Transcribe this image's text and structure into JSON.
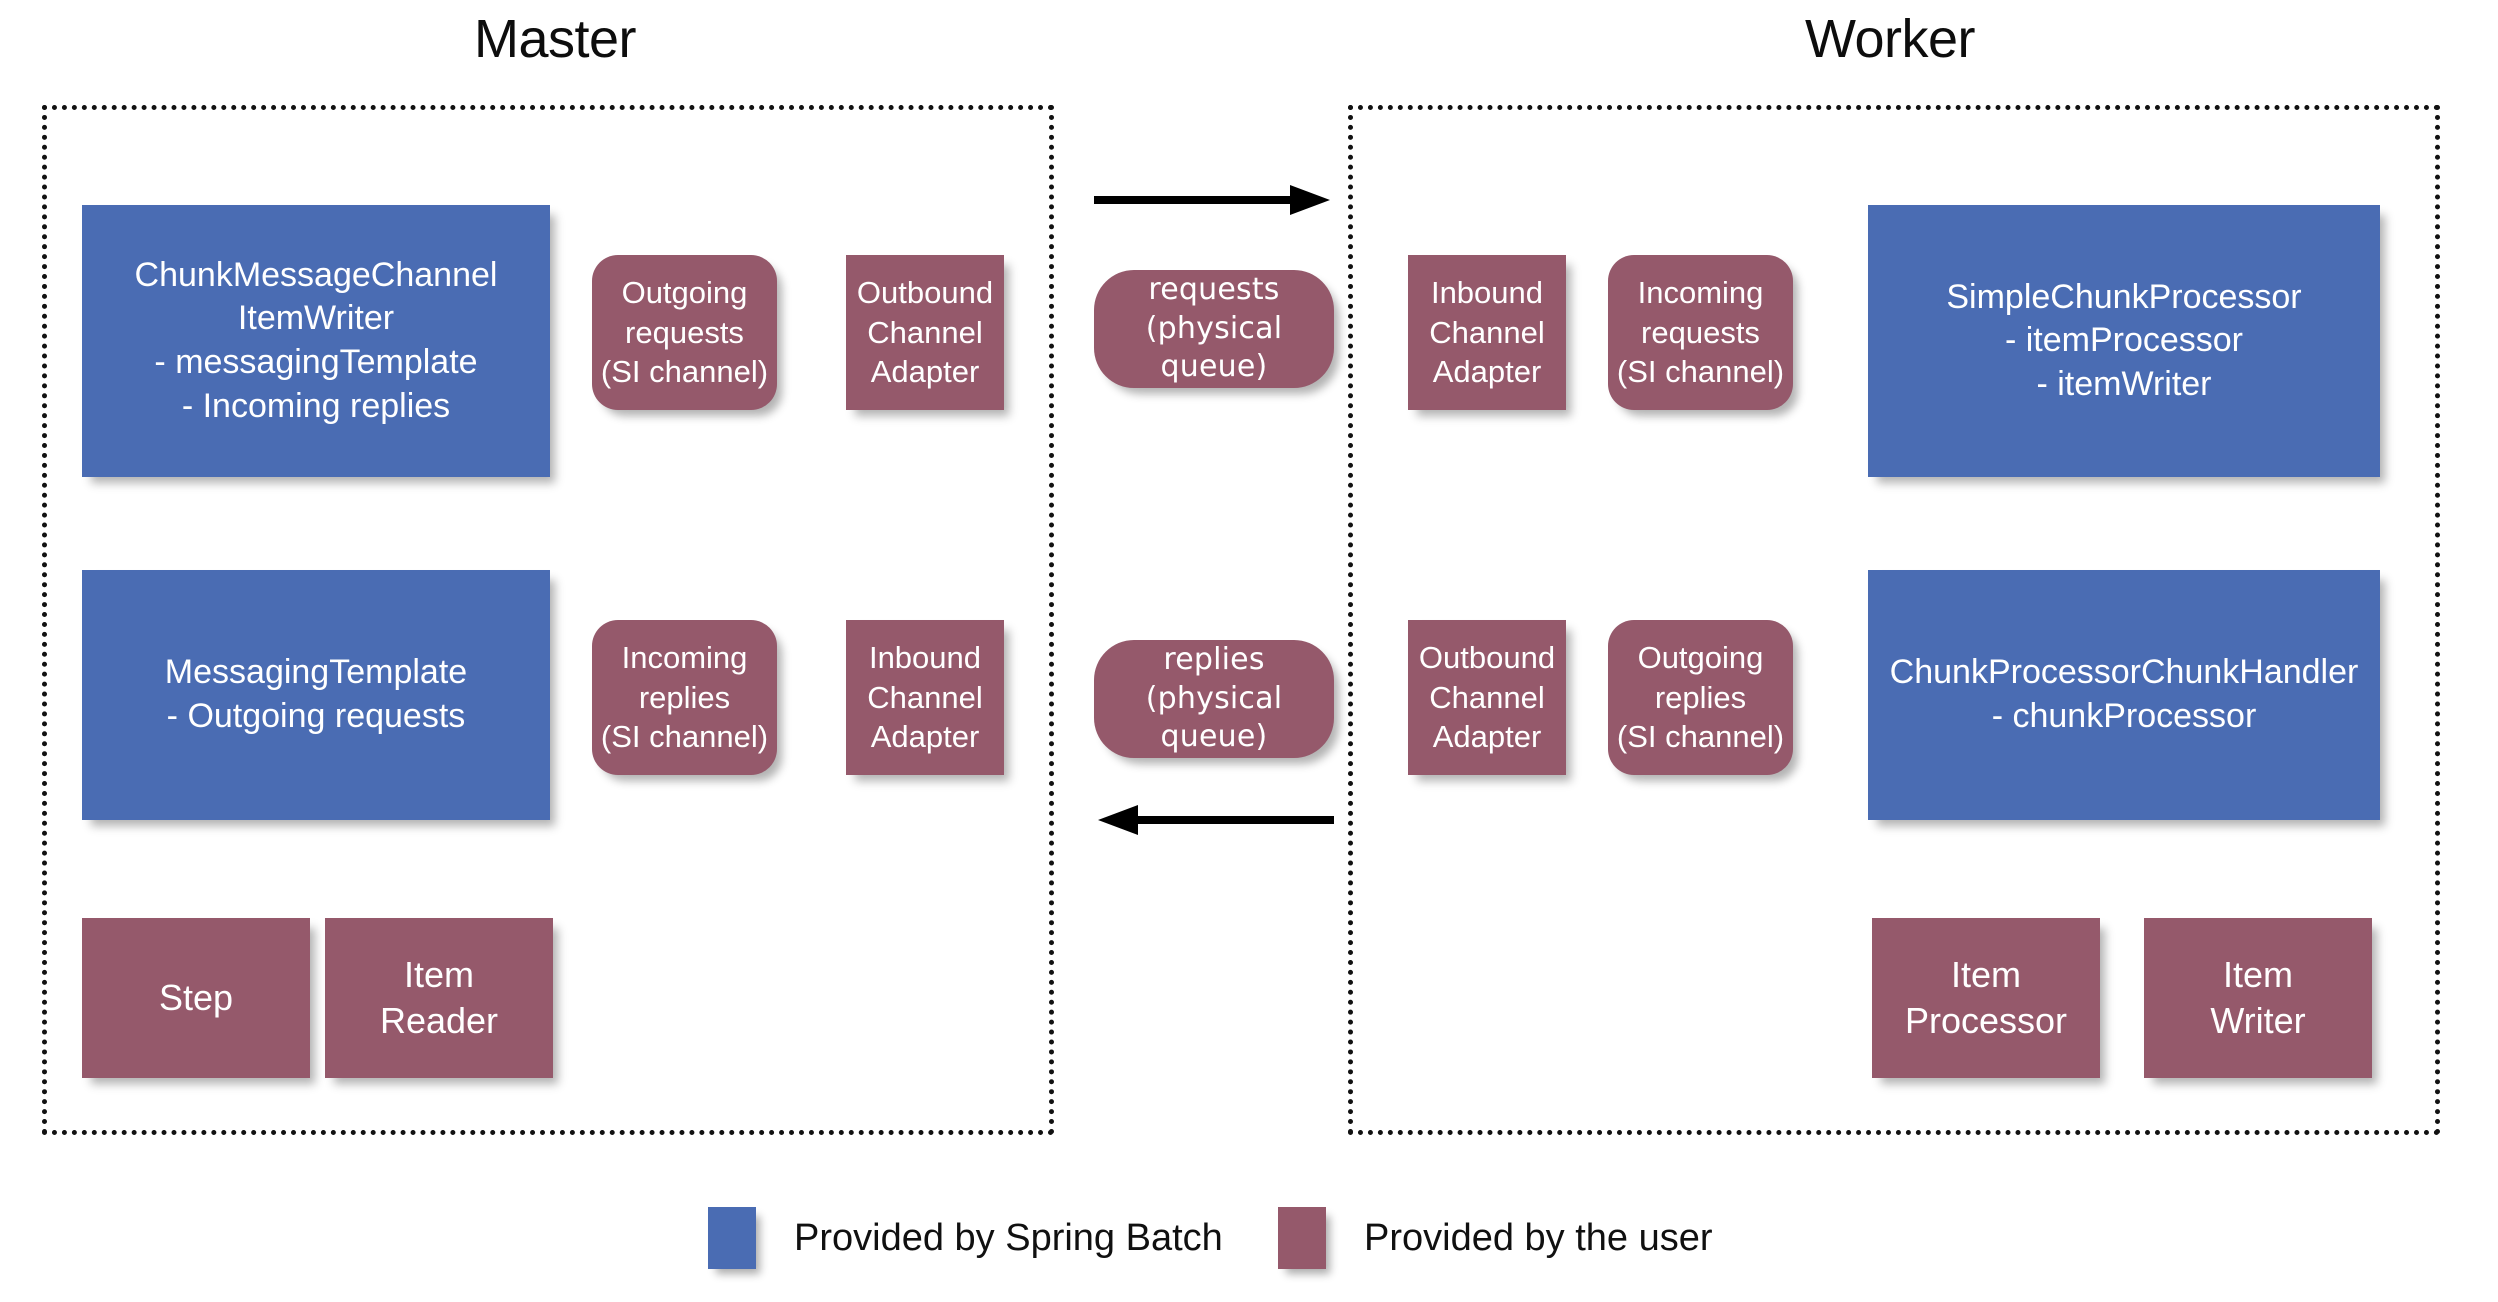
{
  "diagram": {
    "title_master": "Master",
    "title_worker": "Worker"
  },
  "master": {
    "boxes": {
      "chunk_message_channel_item_writer": "ChunkMessageChannel\nItemWriter\n- messagingTemplate\n- Incoming replies",
      "outgoing_requests_channel": "Outgoing\nrequests\n(SI channel)",
      "outbound_channel_adapter": "Outbound\nChannel\nAdapter",
      "messaging_template": "MessagingTemplate\n- Outgoing requests",
      "incoming_replies_channel": "Incoming\nreplies\n(SI channel)",
      "inbound_channel_adapter": "Inbound\nChannel\nAdapter",
      "step": "Step",
      "item_reader": "Item\nReader"
    }
  },
  "middle": {
    "requests_queue": "requests\n(physical queue)",
    "replies_queue": "replies\n(physical queue)",
    "arrow_requests": "arrow-right",
    "arrow_replies": "arrow-left"
  },
  "worker": {
    "boxes": {
      "inbound_channel_adapter": "Inbound\nChannel\nAdapter",
      "incoming_requests_channel": "Incoming\nrequests\n(SI channel)",
      "simple_chunk_processor": "SimpleChunkProcessor\n- itemProcessor\n- itemWriter",
      "outbound_channel_adapter": "Outbound\nChannel\nAdapter",
      "outgoing_replies_channel": "Outgoing\nreplies\n(SI channel)",
      "chunk_processor_chunk_handler": "ChunkProcessorChunkHandler\n- chunkProcessor",
      "item_processor": "Item\nProcessor",
      "item_writer": "Item\nWriter"
    }
  },
  "legend": {
    "spring_batch_label": "Provided by Spring Batch",
    "user_label": "Provided by the user"
  },
  "colors": {
    "spring_batch_blue": "#4a6cb3",
    "user_rose": "#95596b",
    "panel_border": "#111111",
    "background": "#ffffff",
    "text_on_shape": "#ffffff",
    "title_text": "#0d0d0d"
  }
}
